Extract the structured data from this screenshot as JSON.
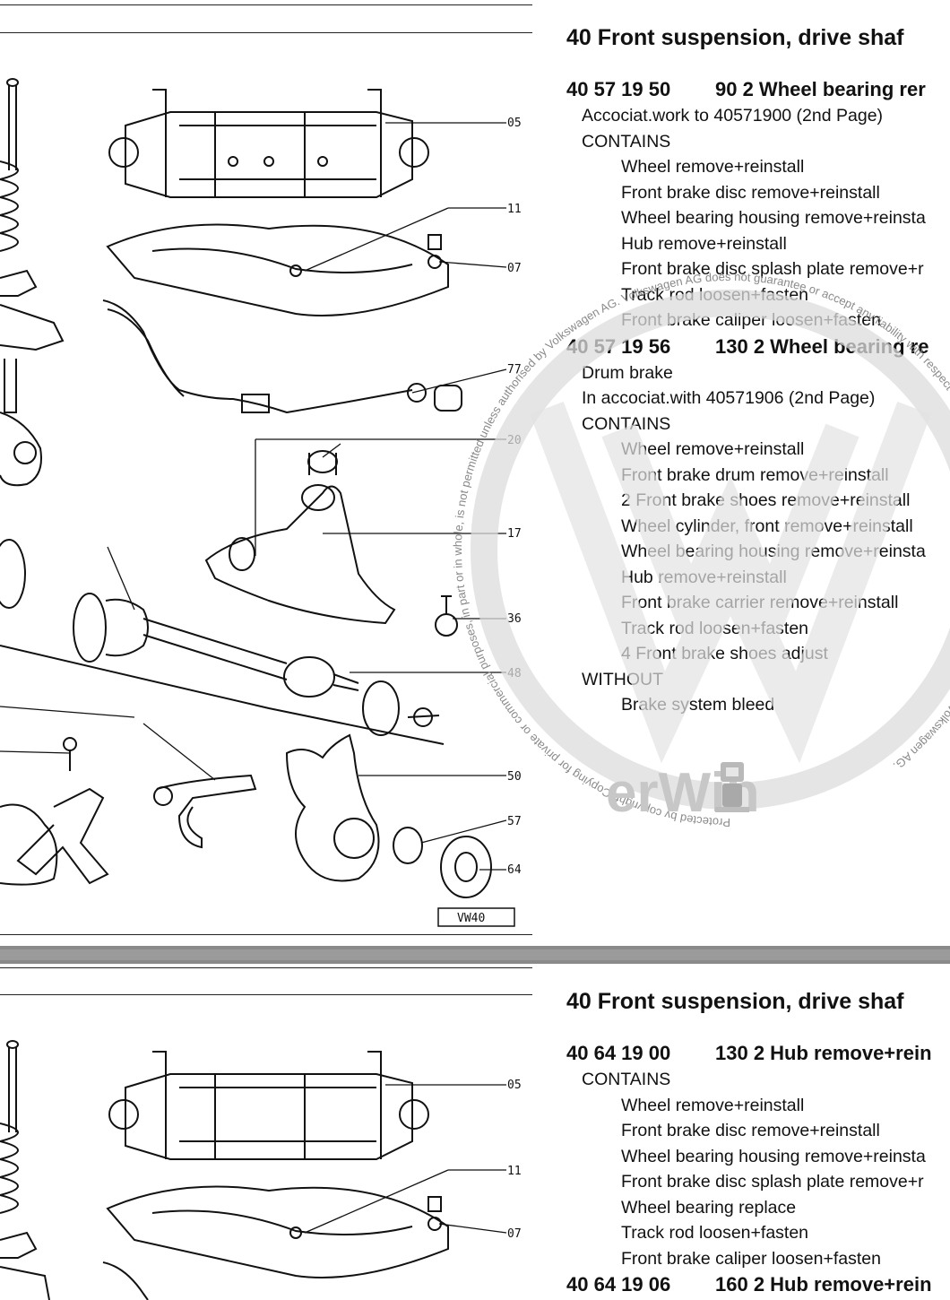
{
  "pages": [
    {
      "heading": "40 Front suspension, drive shaf",
      "callouts": [
        "05",
        "11",
        "07",
        "77",
        "20",
        "17",
        "36",
        "48",
        "50",
        "57",
        "64"
      ],
      "figure_id": "VW40",
      "operations": [
        {
          "number": "40 57 19 50",
          "title": "90 2 Wheel bearing rer",
          "lines": [
            {
              "indent": 1,
              "text": "Accociat.work to 40571900 (2nd Page)"
            },
            {
              "indent": 1,
              "text": "CONTAINS"
            },
            {
              "indent": 2,
              "text": "Wheel remove+reinstall"
            },
            {
              "indent": 2,
              "text": "Front brake disc remove+reinstall"
            },
            {
              "indent": 2,
              "text": "Wheel bearing housing remove+reinsta"
            },
            {
              "indent": 2,
              "text": "Hub remove+reinstall"
            },
            {
              "indent": 2,
              "text": "Front brake disc splash plate remove+r"
            },
            {
              "indent": 2,
              "text": "Track rod loosen+fasten"
            },
            {
              "indent": 2,
              "text": "Front brake caliper loosen+fasten"
            }
          ]
        },
        {
          "number": "40 57 19 56",
          "title": "130 2 Wheel bearing re",
          "lines": [
            {
              "indent": 1,
              "text": "Drum brake"
            },
            {
              "indent": 1,
              "text": "In accociat.with 40571906 (2nd Page)"
            },
            {
              "indent": 1,
              "text": "CONTAINS"
            },
            {
              "indent": 2,
              "text": "Wheel remove+reinstall"
            },
            {
              "indent": 2,
              "text": "Front brake drum remove+reinstall"
            },
            {
              "indent": 2,
              "text": "2 Front brake shoes remove+reinstall"
            },
            {
              "indent": 2,
              "text": "Wheel cylinder, front remove+reinstall"
            },
            {
              "indent": 2,
              "text": "Wheel bearing housing remove+reinsta"
            },
            {
              "indent": 2,
              "text": "Hub remove+reinstall"
            },
            {
              "indent": 2,
              "text": "Front brake carrier remove+reinstall"
            },
            {
              "indent": 2,
              "text": "Track rod loosen+fasten"
            },
            {
              "indent": 2,
              "text": "4 Front brake shoes adjust"
            },
            {
              "indent": 1,
              "text": "WITHOUT"
            },
            {
              "indent": 2,
              "text": "Brake system bleed"
            }
          ]
        }
      ]
    },
    {
      "heading": "40 Front suspension, drive shaf",
      "callouts": [
        "05",
        "11",
        "07"
      ],
      "operations": [
        {
          "number": "40 64 19 00",
          "title": "130 2 Hub remove+rein",
          "lines": [
            {
              "indent": 1,
              "text": "CONTAINS"
            },
            {
              "indent": 2,
              "text": "Wheel remove+reinstall"
            },
            {
              "indent": 2,
              "text": "Front brake disc remove+reinstall"
            },
            {
              "indent": 2,
              "text": "Wheel bearing housing remove+reinsta"
            },
            {
              "indent": 2,
              "text": "Front brake disc splash plate remove+r"
            },
            {
              "indent": 2,
              "text": "Wheel bearing replace"
            },
            {
              "indent": 2,
              "text": "Track rod loosen+fasten"
            },
            {
              "indent": 2,
              "text": "Front brake caliper loosen+fasten"
            }
          ]
        },
        {
          "number": "40 64 19 06",
          "title": "160 2 Hub remove+rein",
          "lines": []
        }
      ]
    }
  ],
  "watermark": {
    "ring_text_top": "Protected by copyright. Copying for private or commercial purposes, in part or in whole, is not permitted unless authorised by Volkswagen AG. Volkswagen AG does not guarantee or accept any liability with respect to the correctness of information in this document. Copyright by Volkswagen AG.",
    "logo_text": "erWin",
    "color": "#d9d9d9"
  }
}
